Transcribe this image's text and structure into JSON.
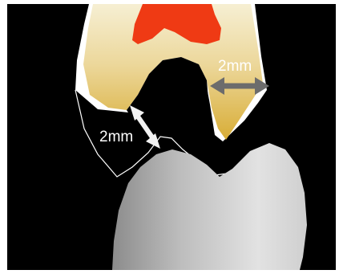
{
  "diagram": {
    "annotations": [
      {
        "id": "occlusal-clearance",
        "text": "2mm"
      },
      {
        "id": "axial-clearance",
        "text": "2mm"
      }
    ],
    "colors": {
      "background": "#000000",
      "border": "#ffffff",
      "pulp": "#ef3a14",
      "crown_top": "#f5edcf",
      "crown_bottom": "#dcb33c",
      "restoration_outline": "#ffffff",
      "opposing_tooth_light": "#dcdcdc",
      "opposing_tooth_dark": "#8f8f8f",
      "arrow_white": "#f2f2f2",
      "arrow_gray": "#6c6c6c"
    }
  }
}
